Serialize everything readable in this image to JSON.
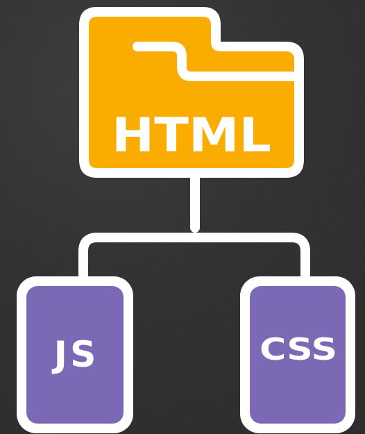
{
  "diagram": {
    "root": {
      "label": "HTML",
      "color": "#FAAD00"
    },
    "children": [
      {
        "label": "JS",
        "color": "#7B69B5"
      },
      {
        "label": "CSS",
        "color": "#7B69B5"
      }
    ],
    "outline_color": "#FFFFFF",
    "background_color": "#2A2A2A"
  }
}
